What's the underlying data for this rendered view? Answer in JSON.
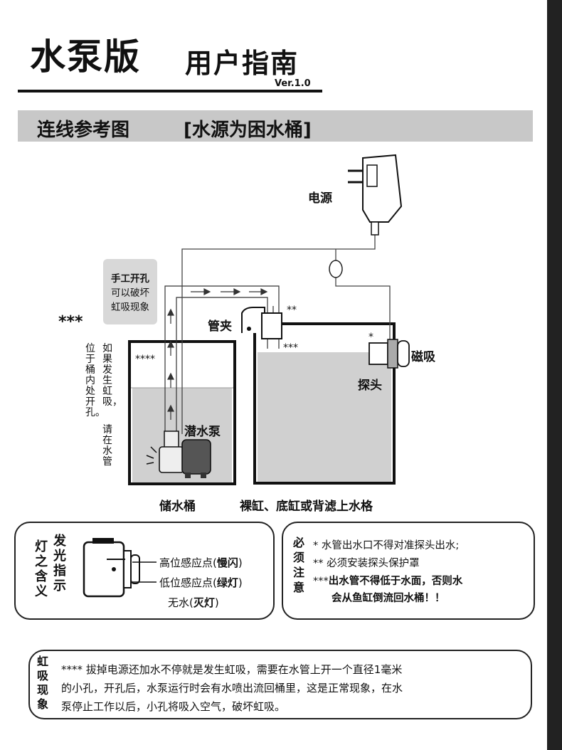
{
  "header": {
    "title": "水泵版",
    "subtitle": "用户指南",
    "version": "Ver.1.0"
  },
  "banner": {
    "left": "连线参考图",
    "right": "[水源为困水桶]"
  },
  "diagram": {
    "power_label": "电源",
    "magnet_label": "磁吸",
    "probe_label": "探头",
    "pipe_clip_label": "管夹",
    "pump_label": "潜水泵",
    "bucket_label": "储水桶",
    "tank_label": "裸缸、底缸或背滤上水格",
    "mark_stars3": "***",
    "mark_stars4": "****",
    "mark_stars2": "**",
    "mark_star1": "*",
    "mark_stars3_tank": "***",
    "callout": {
      "line1": "手工开孔",
      "line2": "可以破坏",
      "line3": "虹吸现象"
    },
    "vertical_note_col1": "如果发生虹吸，",
    "vertical_note_col2": "位于桶内处开孔。",
    "vertical_note_col3": "请在水管"
  },
  "lights": {
    "heading_col1": "灯之含义",
    "heading_col2": "发光指示",
    "high_prefix": "高位感应点(",
    "high_value": "慢闪",
    "low_prefix": "低位感应点(",
    "low_value": "绿灯",
    "none_prefix": "无水(",
    "none_value": "灭灯",
    "close": ")"
  },
  "notes": {
    "heading": "必须注意",
    "line1": "*  水管出水口不得对准探头出水;",
    "line2": "** 必须安装探头保护罩",
    "line3_mark": "***",
    "line3": "出水管不得低于水面，否则水",
    "line4": "会从鱼缸倒流回水桶！！"
  },
  "siphon": {
    "heading": "虹吸现象",
    "line1": "****  拔掉电源还加水不停就是发生虹吸，需要在水管上开一个直径1毫米",
    "line2": "的小孔，开孔后，水泵运行时会有水喷出流回桶里，这是正常现象，在水",
    "line3": "泵停止工作以后，小孔将吸入空气，破坏虹吸。"
  }
}
